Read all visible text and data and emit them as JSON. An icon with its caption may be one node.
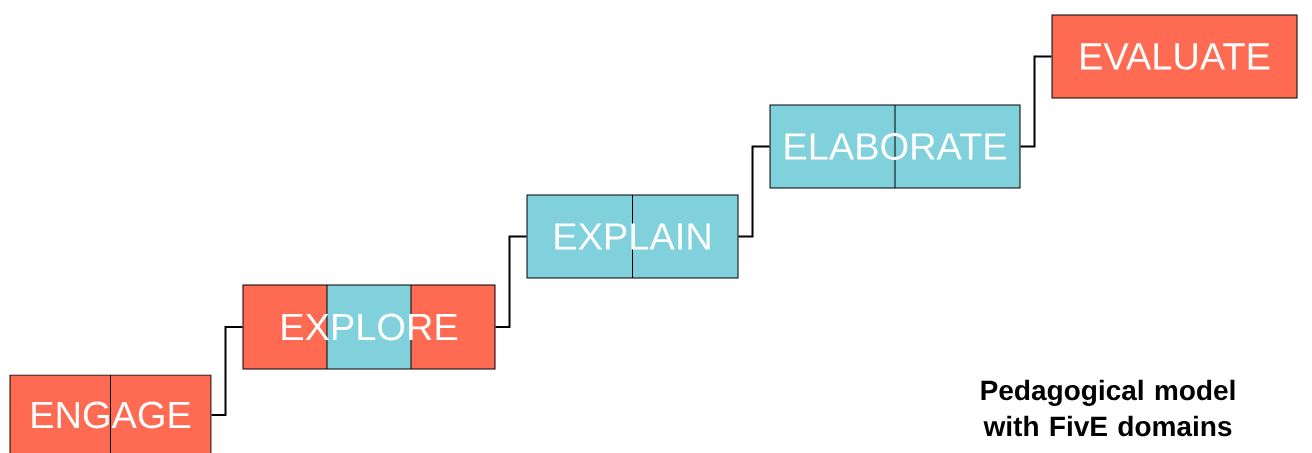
{
  "diagram": {
    "caption": "Pedagogical model with FivE domains",
    "nodes": [
      {
        "text": [
          "ENGAGE"
        ]
      },
      {
        "text": [
          "EXPLORE"
        ]
      },
      {
        "text": [
          "EXPLAIN"
        ]
      },
      {
        "text": [
          "ELABORATE"
        ]
      },
      {
        "text": [
          "EVALUATE"
        ]
      }
    ],
    "edges": [
      {
        "from": 0,
        "to": 1,
        "arrow": "none"
      },
      {
        "from": 1,
        "to": 2,
        "arrow": "none"
      },
      {
        "from": 2,
        "to": 3,
        "arrow": "none"
      },
      {
        "from": 3,
        "to": 4,
        "arrow": "none"
      }
    ]
  }
}
